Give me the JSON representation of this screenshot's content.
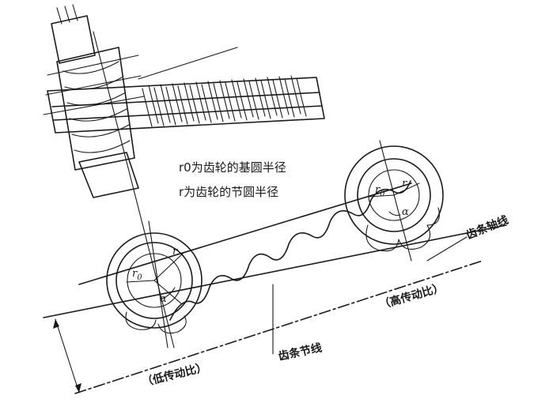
{
  "notes": {
    "base_radius": "r0为齿轮的基圆半径",
    "pitch_radius": "r为齿轮的节圆半径"
  },
  "labels": {
    "rack_axis": "齿条轴线",
    "rack_pitch_line": "齿条节线",
    "low_ratio": "（低传动比）",
    "high_ratio": "（高传动比）"
  },
  "symbols": {
    "r0_r": "r",
    "r0_sub": "0",
    "r": "r",
    "alpha": "α"
  }
}
